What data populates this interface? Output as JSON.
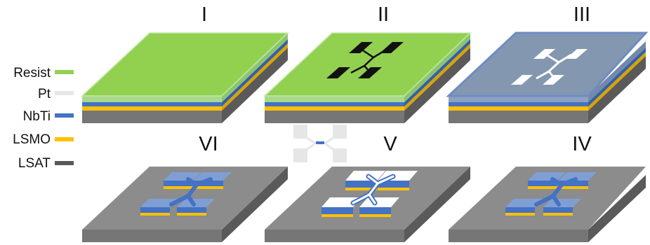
{
  "legend": [
    {
      "label": "Resist",
      "color": "#92d050"
    },
    {
      "label": "Pt",
      "color": "#e6e6e6"
    },
    {
      "label": "NbTi",
      "color": "#4472c4"
    },
    {
      "label": "LSMO",
      "color": "#ffc000"
    },
    {
      "label": "LSAT",
      "color": "#595959"
    }
  ],
  "steps": [
    "I",
    "II",
    "III",
    "IV",
    "V",
    "VI"
  ],
  "colors": {
    "lsat_top": "#8c8c8c",
    "lsat_front": "#767676",
    "lsat_side": "#5a5a5a",
    "resist": "#92d050",
    "nbti": "#4472c4",
    "lsmo": "#ffc000",
    "pt": "#e6e6e6",
    "pattern_dark": "#111111"
  }
}
